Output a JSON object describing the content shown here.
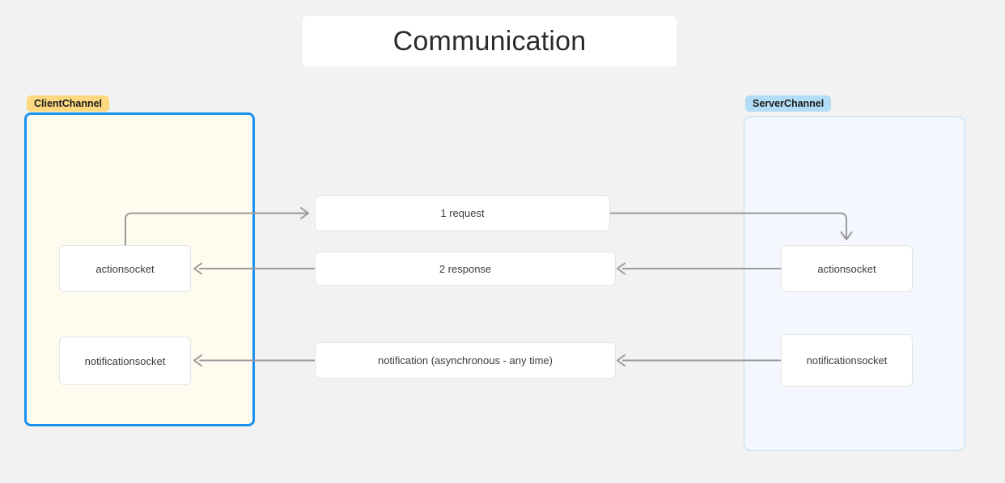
{
  "title": {
    "text": "Communication"
  },
  "colors": {
    "canvas_background": "#f2f2f2",
    "client_tag": "#fcd87f",
    "server_tag": "#b3dcf7",
    "client_fill": "#fefbef",
    "client_selection_border": "#1b92f0",
    "server_fill": "#f4f8fe",
    "server_border": "#badef5",
    "node_fill": "#ffffff",
    "node_border": "#e4e4e6",
    "connector": "#9a9a9a",
    "text": "#3b3b3b"
  },
  "client_channel": {
    "tag_label": "ClientChannel",
    "nodes": [
      {
        "label": "actionsocket"
      },
      {
        "label": "notificationsocket"
      }
    ]
  },
  "server_channel": {
    "tag_label": "ServerChannel",
    "nodes": [
      {
        "label": "actionsocket"
      },
      {
        "label": "notificationsocket"
      }
    ]
  },
  "messages": [
    {
      "label": "1 request"
    },
    {
      "label": "2 response"
    },
    {
      "label": "notification (asynchronous - any time)"
    }
  ]
}
